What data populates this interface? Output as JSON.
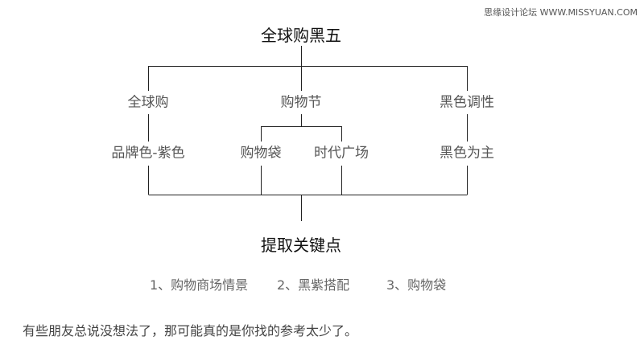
{
  "watermark": "思缘设计论坛 WWW.MISSYUAN.COM",
  "diagram": {
    "title": "全球购黑五",
    "branches": [
      {
        "label": "全球购",
        "children": [
          "品牌色-紫色"
        ]
      },
      {
        "label": "购物节",
        "children": [
          "购物袋",
          "时代广场"
        ]
      },
      {
        "label": "黑色调性",
        "children": [
          "黑色为主"
        ]
      }
    ],
    "conclusion": "提取关键点",
    "key_points": [
      "1、购物商场情景",
      "2、黑紫搭配",
      "3、购物袋"
    ]
  },
  "caption": "有些朋友总说没想法了，那可能真的是你找的参考太少了。"
}
